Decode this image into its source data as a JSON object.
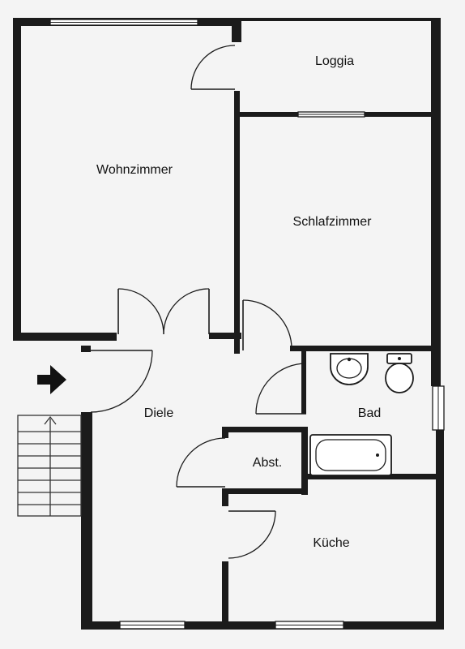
{
  "rooms": {
    "loggia": "Loggia",
    "wohnzimmer": "Wohnzimmer",
    "schlafzimmer": "Schlafzimmer",
    "diele": "Diele",
    "bad": "Bad",
    "abstellraum": "Abst.",
    "kueche": "Küche"
  },
  "icons": {
    "entrance": "arrow-right-icon",
    "stairs": "staircase-icon"
  },
  "colors": {
    "wall": "#1b1b1b",
    "background": "#f4f4f4"
  }
}
